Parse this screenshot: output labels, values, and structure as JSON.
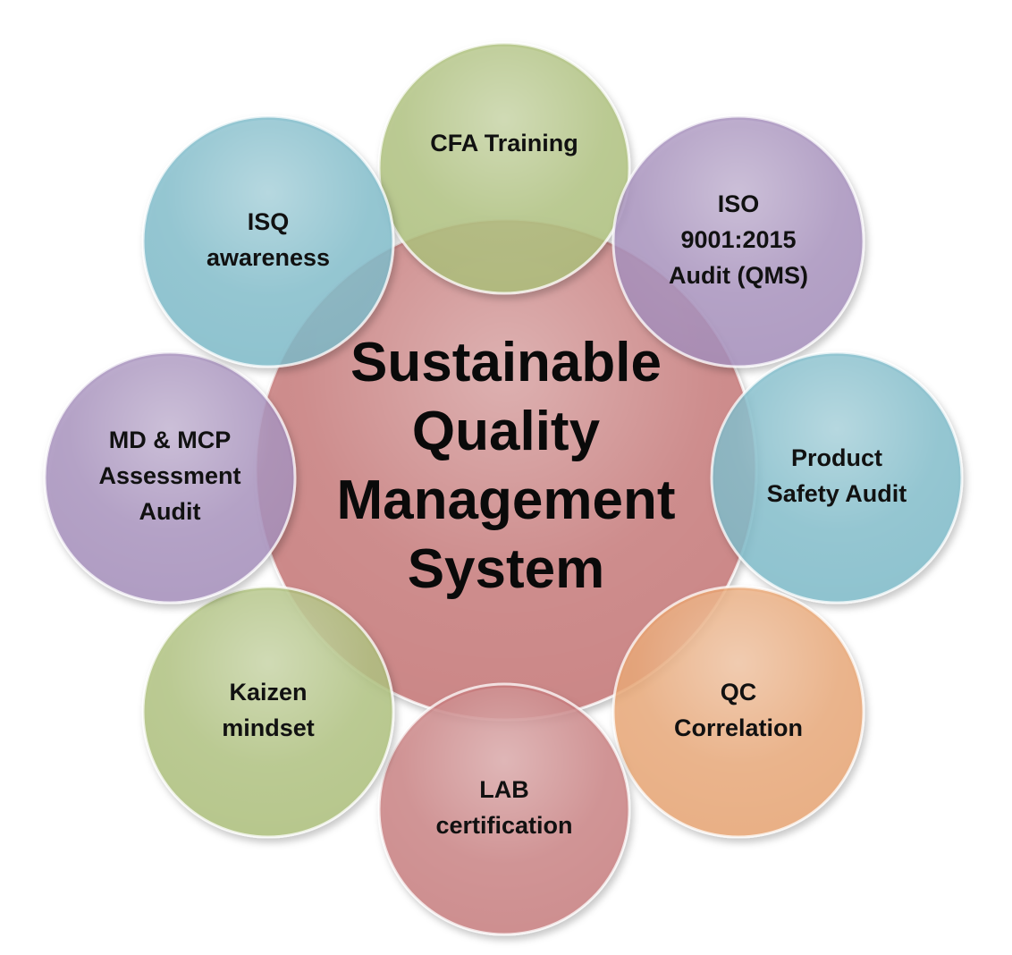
{
  "center": {
    "lines": [
      "Sustainable",
      "Quality",
      "Management",
      "System"
    ],
    "color": "#c97f80"
  },
  "nodes": [
    {
      "id": "cfa-training",
      "lines": [
        "CFA Training"
      ],
      "color": "#adc17b"
    },
    {
      "id": "iso-9001",
      "lines": [
        "ISO",
        "9001:2015",
        "Audit (QMS)"
      ],
      "color": "#a690bd"
    },
    {
      "id": "product-safety-audit",
      "lines": [
        "Product",
        "Safety Audit"
      ],
      "color": "#7fbccb"
    },
    {
      "id": "qc-correlation",
      "lines": [
        "QC",
        "Correlation"
      ],
      "color": "#eaa673"
    },
    {
      "id": "lab-certification",
      "lines": [
        "LAB",
        "certification"
      ],
      "color": "#c97f80"
    },
    {
      "id": "kaizen-mindset",
      "lines": [
        "Kaizen",
        "mindset"
      ],
      "color": "#adc17b"
    },
    {
      "id": "md-mcp-audit",
      "lines": [
        "MD & MCP",
        "Assessment",
        "Audit"
      ],
      "color": "#a690bd"
    },
    {
      "id": "isq-awareness",
      "lines": [
        "ISQ",
        "awareness"
      ],
      "color": "#7fbccb"
    }
  ]
}
